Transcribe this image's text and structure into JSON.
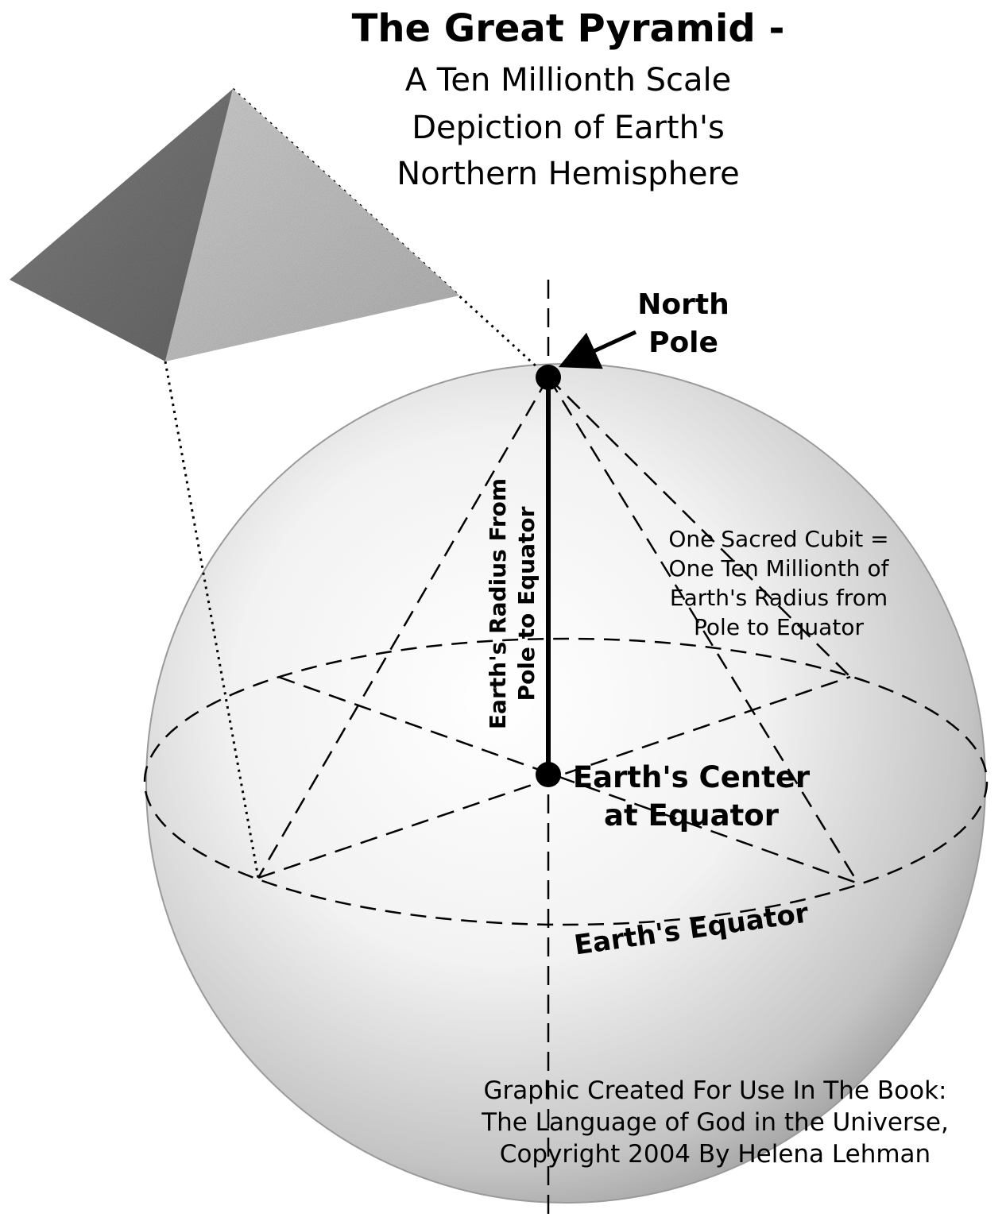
{
  "title": {
    "main": "The Great Pyramid -",
    "line1": "A Ten Millionth Scale",
    "line2": "Depiction of Earth's",
    "line3": "Northern Hemisphere"
  },
  "labels": {
    "north_pole_line1": "North",
    "north_pole_line2": "Pole",
    "radius_line1": "Earth's Radius From",
    "radius_line2": "Pole to Equator",
    "cubit_line1": "One Sacred Cubit =",
    "cubit_line2": "One Ten Millionth of",
    "cubit_line3": "Earth's Radius from",
    "cubit_line4": "Pole to Equator",
    "center_line1": "Earth's Center",
    "center_line2": "at Equator",
    "equator": "Earth's Equator"
  },
  "credit": {
    "line1": "Graphic Created For Use In The Book:",
    "line2": "The Language of God in the Universe,",
    "line3": "Copyright 2004 By Helena Lehman"
  },
  "colors": {
    "background": "#ffffff",
    "ink": "#000000",
    "sphere_light": "#ffffff",
    "sphere_dark": "#8a8a8a",
    "pyramid_light": "#d8d8d8",
    "pyramid_dark": "#5a5a5a"
  }
}
